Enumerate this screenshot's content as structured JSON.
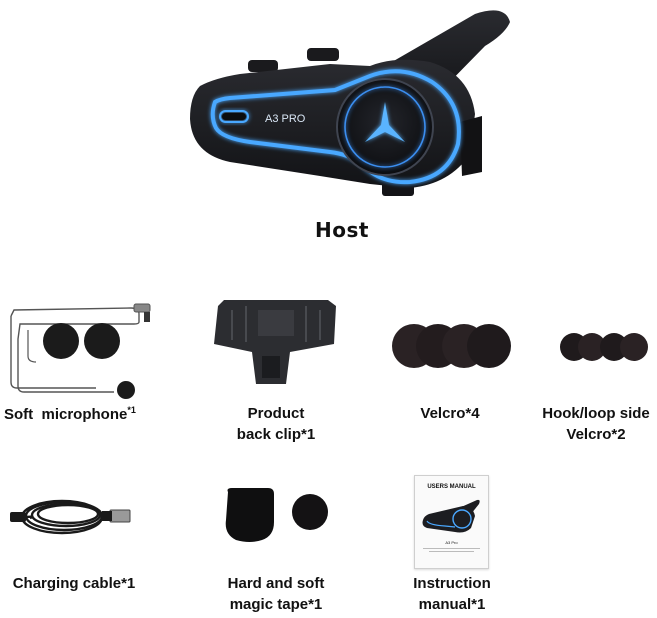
{
  "host": {
    "device_text": "A3 PRO",
    "label": "Host"
  },
  "items": [
    {
      "name": "Soft  microphone",
      "qty": "*1"
    },
    {
      "line1": "Product",
      "line2": "back clip*1"
    },
    {
      "line1": "Velcro*4"
    },
    {
      "line1": "Hook/loop side",
      "line2": "Velcro*2"
    },
    {
      "line1": "Charging cable*1"
    },
    {
      "line1": "Hard and soft",
      "line2": "magic tape*1"
    },
    {
      "line1": "Instruction",
      "line2": "manual*1"
    }
  ],
  "manual": {
    "title": "USERS MANUAL",
    "model": "A3 Pro"
  },
  "colors": {
    "accent_glow": "#3fa0ff",
    "device_body": "#1b1c20",
    "text": "#111111"
  }
}
